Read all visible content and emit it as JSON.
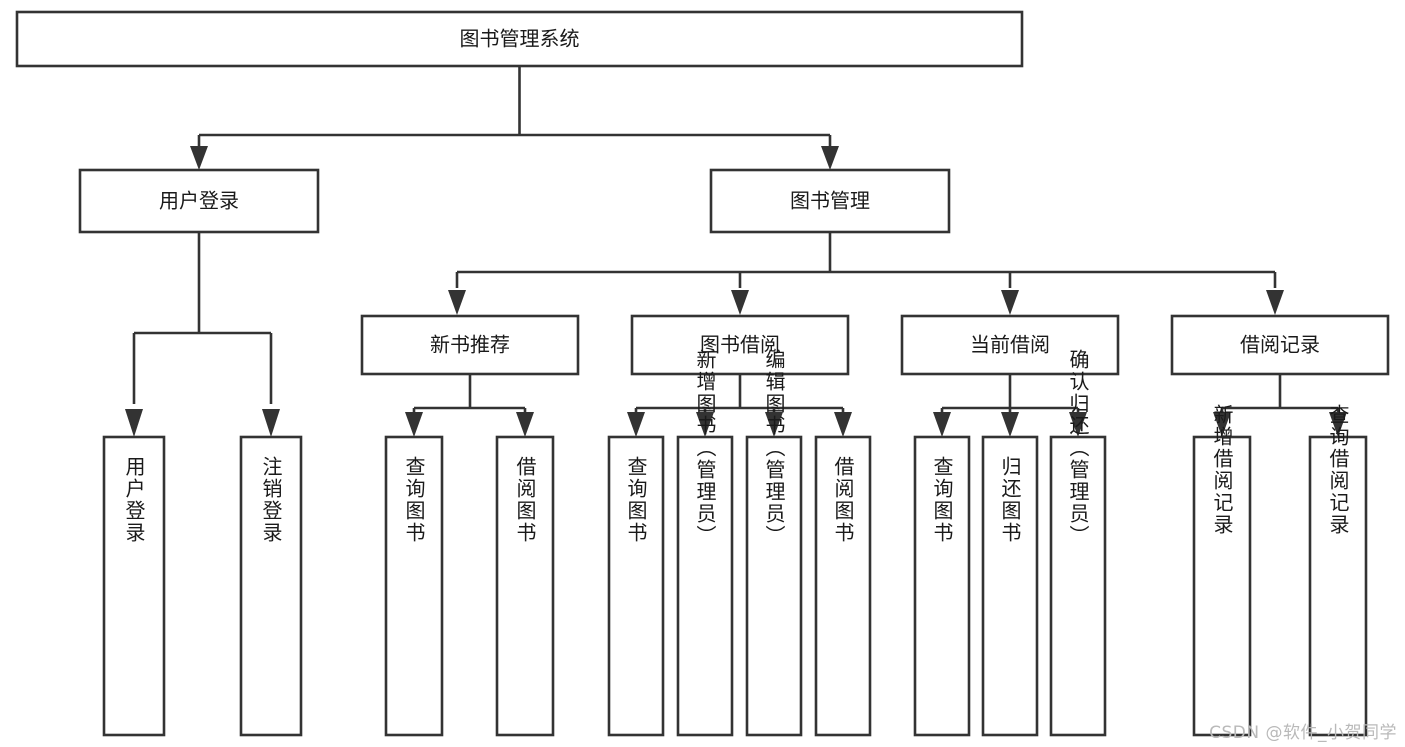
{
  "diagram": {
    "type": "tree",
    "title": "图书管理系统",
    "orientation": "top-down",
    "colors": {
      "node_fill": "#ffffff",
      "node_stroke": "#333333",
      "text": "#1a1a1a",
      "watermark": "#b9b9b9",
      "background": "#ffffff"
    },
    "root": {
      "label": "图书管理系统"
    },
    "level2": [
      {
        "label": "用户登录"
      },
      {
        "label": "图书管理"
      }
    ],
    "level3": [
      {
        "label": "新书推荐"
      },
      {
        "label": "图书借阅"
      },
      {
        "label": "当前借阅"
      },
      {
        "label": "借阅记录"
      }
    ],
    "leaves": {
      "user_login": [
        {
          "label": "用户登录"
        },
        {
          "label": "注销登录"
        }
      ],
      "new_book": [
        {
          "label": "查询图书"
        },
        {
          "label": "借阅图书"
        }
      ],
      "book_borrow": [
        {
          "label": "查询图书"
        },
        {
          "label": "新增图书（管理员）"
        },
        {
          "label": "编辑图书（管理员）"
        },
        {
          "label": "借阅图书"
        }
      ],
      "current_borrow": [
        {
          "label": "查询图书"
        },
        {
          "label": "归还图书"
        },
        {
          "label": "确认归还（管理员）"
        }
      ],
      "borrow_record": [
        {
          "label": "新增借阅记录"
        },
        {
          "label": "查询借阅记录"
        }
      ]
    }
  },
  "watermark": {
    "text": "CSDN @软件_小贺同学"
  }
}
